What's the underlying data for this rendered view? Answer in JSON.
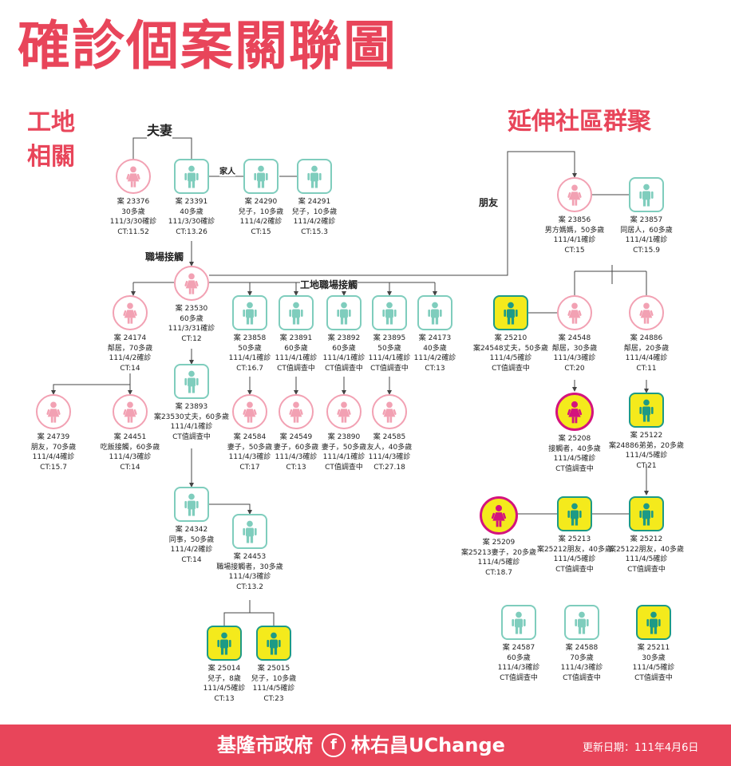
{
  "title": "確診個案關聯圖",
  "sections": {
    "left_line1": "工地",
    "left_line2": "相關",
    "right": "延伸社區群聚"
  },
  "edge_labels": {
    "couple": "夫妻",
    "family": "家人",
    "workplace": "職場接觸",
    "site": "工地職場接觸",
    "friend": "朋友"
  },
  "colors": {
    "title": "#e8455a",
    "pink_outline": "#f2a1b3",
    "teal_outline": "#7fcdbd",
    "yellow_fill": "#f4ea1c",
    "magenta_outline": "#d4137e",
    "footer": "#e8455a"
  },
  "legend_note": "pink = female, teal = male, yellow fill = case confirmed 111/4/5",
  "cases": [
    {
      "id": "c23376",
      "kind": "pink",
      "icon": "female-icon",
      "lines": [
        "案 23376",
        "30多歲",
        "111/3/30確診",
        "CT:11.52"
      ]
    },
    {
      "id": "c23391",
      "kind": "teal",
      "icon": "male-icon",
      "lines": [
        "案 23391",
        "40多歲",
        "111/3/30確診",
        "CT:13.26"
      ]
    },
    {
      "id": "c24290",
      "kind": "teal",
      "icon": "male-icon",
      "lines": [
        "案 24290",
        "兒子，10多歲",
        "111/4/2確診",
        "CT:15"
      ]
    },
    {
      "id": "c24291",
      "kind": "teal",
      "icon": "male-icon",
      "lines": [
        "案 24291",
        "兒子，10多歲",
        "111/4/2確診",
        "CT:15.3"
      ]
    },
    {
      "id": "c23530",
      "kind": "pink",
      "icon": "female-icon",
      "lines": [
        "案 23530",
        "60多歲",
        "111/3/31確診",
        "CT:12"
      ]
    },
    {
      "id": "c24174",
      "kind": "pink",
      "icon": "female-icon",
      "lines": [
        "案 24174",
        "鄰居，70多歲",
        "111/4/2確診",
        "CT:14"
      ]
    },
    {
      "id": "c23858",
      "kind": "teal",
      "icon": "male-icon",
      "lines": [
        "案 23858",
        "50多歲",
        "111/4/1確診",
        "CT:16.7"
      ]
    },
    {
      "id": "c23891",
      "kind": "teal",
      "icon": "male-icon",
      "lines": [
        "案 23891",
        "60多歲",
        "111/4/1確診",
        "CT值調查中"
      ]
    },
    {
      "id": "c23892",
      "kind": "teal",
      "icon": "male-icon",
      "lines": [
        "案 23892",
        "60多歲",
        "111/4/1確診",
        "CT值調查中"
      ]
    },
    {
      "id": "c23895",
      "kind": "teal",
      "icon": "male-icon",
      "lines": [
        "案 23895",
        "50多歲",
        "111/4/1確診",
        "CT值調查中"
      ]
    },
    {
      "id": "c24173",
      "kind": "teal",
      "icon": "male-icon",
      "lines": [
        "案 24173",
        "40多歲",
        "111/4/2確診",
        "CT:13"
      ]
    },
    {
      "id": "c23893",
      "kind": "teal",
      "icon": "male-icon",
      "lines": [
        "案 23893",
        "案23530丈夫，60多歲",
        "111/4/1確診",
        "CT值調查中"
      ]
    },
    {
      "id": "c24739",
      "kind": "pink",
      "icon": "female-icon",
      "lines": [
        "案 24739",
        "朋友，70多歲",
        "111/4/4確診",
        "CT:15.7"
      ]
    },
    {
      "id": "c24451",
      "kind": "pink",
      "icon": "female-icon",
      "lines": [
        "案 24451",
        "吃飯接觸，60多歲",
        "111/4/3確診",
        "CT:14"
      ]
    },
    {
      "id": "c24584",
      "kind": "pink",
      "icon": "female-icon",
      "lines": [
        "案 24584",
        "妻子，50多歲",
        "111/4/3確診",
        "CT:17"
      ]
    },
    {
      "id": "c24549",
      "kind": "pink",
      "icon": "female-icon",
      "lines": [
        "案 24549",
        "妻子，60多歲",
        "111/4/3確診",
        "CT:13"
      ]
    },
    {
      "id": "c23890",
      "kind": "pink",
      "icon": "female-icon",
      "lines": [
        "案 23890",
        "妻子，50多歲",
        "111/4/1確診",
        "CT值調查中"
      ]
    },
    {
      "id": "c24585",
      "kind": "pink",
      "icon": "female-icon",
      "lines": [
        "案 24585",
        "友人，40多歲",
        "111/4/3確診",
        "CT:27.18"
      ]
    },
    {
      "id": "c24342",
      "kind": "teal",
      "icon": "male-icon",
      "lines": [
        "案 24342",
        "同事，50多歲",
        "111/4/2確診",
        "CT:14"
      ]
    },
    {
      "id": "c24453",
      "kind": "teal",
      "icon": "male-icon",
      "lines": [
        "案 24453",
        "職場接觸者，30多歲",
        "111/4/3確診",
        "CT:13.2"
      ]
    },
    {
      "id": "c25014",
      "kind": "ysq",
      "icon": "male-icon",
      "lines": [
        "案 25014",
        "兒子，8歲",
        "111/4/5確診",
        "CT:13"
      ]
    },
    {
      "id": "c25015",
      "kind": "ysq",
      "icon": "male-icon",
      "lines": [
        "案 25015",
        "兒子，10多歲",
        "111/4/5確診",
        "CT:23"
      ]
    },
    {
      "id": "c23856",
      "kind": "pink",
      "icon": "female-icon",
      "lines": [
        "案 23856",
        "男方媽媽，50多歲",
        "111/4/1確診",
        "CT:15"
      ]
    },
    {
      "id": "c23857",
      "kind": "teal",
      "icon": "male-icon",
      "lines": [
        "案 23857",
        "同居人，60多歲",
        "111/4/1確診",
        "CT:15.9"
      ]
    },
    {
      "id": "c25210",
      "kind": "ysq",
      "icon": "male-icon",
      "lines": [
        "案 25210",
        "案24548丈夫，50多歲",
        "111/4/5確診",
        "CT值調查中"
      ]
    },
    {
      "id": "c24548",
      "kind": "pink",
      "icon": "female-icon",
      "lines": [
        "案 24548",
        "鄰居，30多歲",
        "111/4/3確診",
        "CT:20"
      ]
    },
    {
      "id": "c24886",
      "kind": "pink",
      "icon": "female-icon",
      "lines": [
        "案 24886",
        "鄰居，20多歲",
        "111/4/4確診",
        "CT:11"
      ]
    },
    {
      "id": "c25208",
      "kind": "ycirc",
      "icon": "female-icon",
      "lines": [
        "案 25208",
        "接觸者，40多歲",
        "111/4/5確診",
        "CT值調查中"
      ]
    },
    {
      "id": "c25122",
      "kind": "ysq",
      "icon": "male-icon",
      "lines": [
        "案 25122",
        "案24886弟弟，20多歲",
        "111/4/5確診",
        "CT:21"
      ]
    },
    {
      "id": "c25209",
      "kind": "ycirc",
      "icon": "female-icon",
      "lines": [
        "案 25209",
        "案25213妻子，20多歲",
        "111/4/5確診",
        "CT:18.7"
      ]
    },
    {
      "id": "c25213",
      "kind": "ysq",
      "icon": "male-icon",
      "lines": [
        "案 25213",
        "案25212朋友，40多歲",
        "111/4/5確診",
        "CT值調查中"
      ]
    },
    {
      "id": "c25212",
      "kind": "ysq",
      "icon": "male-icon",
      "lines": [
        "案 25212",
        "案25122朋友，40多歲",
        "111/4/5確診",
        "CT值調查中"
      ]
    },
    {
      "id": "c24587",
      "kind": "teal",
      "icon": "male-icon",
      "lines": [
        "案 24587",
        "60多歲",
        "111/4/3確診",
        "CT值調查中"
      ]
    },
    {
      "id": "c24588",
      "kind": "teal",
      "icon": "male-icon",
      "lines": [
        "案 24588",
        "70多歲",
        "111/4/3確診",
        "CT值調查中"
      ]
    },
    {
      "id": "c25211",
      "kind": "ysq",
      "icon": "male-icon",
      "lines": [
        "案 25211",
        "30多歲",
        "111/4/5確診",
        "CT值調查中"
      ]
    }
  ],
  "footer": {
    "org": "基隆市政府",
    "fb_icon": "f",
    "mayor": "林右昌UChange",
    "updated": "更新日期：111年4月6日"
  }
}
